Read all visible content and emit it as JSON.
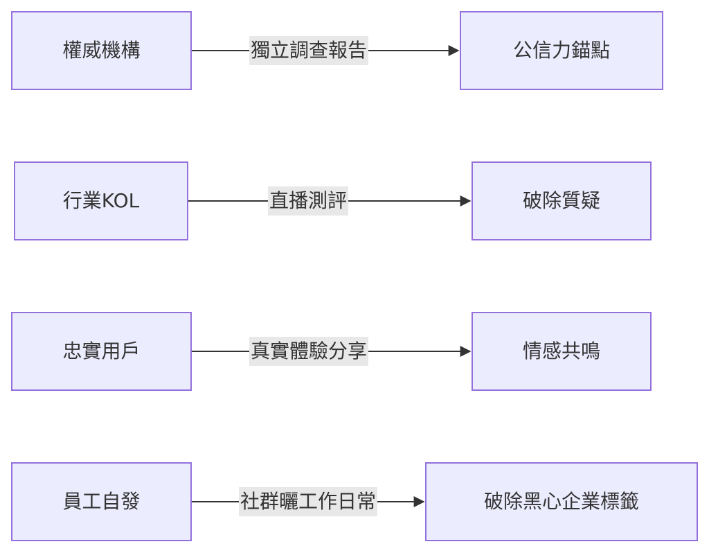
{
  "diagram": {
    "flows": [
      {
        "source": "權威機構",
        "label": "獨立調查報告",
        "target": "公信力錨點"
      },
      {
        "source": "行業KOL",
        "label": "直播測評",
        "target": "破除質疑"
      },
      {
        "source": "忠實用戶",
        "label": "真實體驗分享",
        "target": "情感共鳴"
      },
      {
        "source": "員工自發",
        "label": "社群曬工作日常",
        "target": "破除黑心企業標籤"
      }
    ],
    "colors": {
      "node_fill": "#ECECFF",
      "node_border": "#9370DB",
      "edge": "#333333",
      "label_bg": "#E8E8E8",
      "text": "#333333"
    }
  }
}
